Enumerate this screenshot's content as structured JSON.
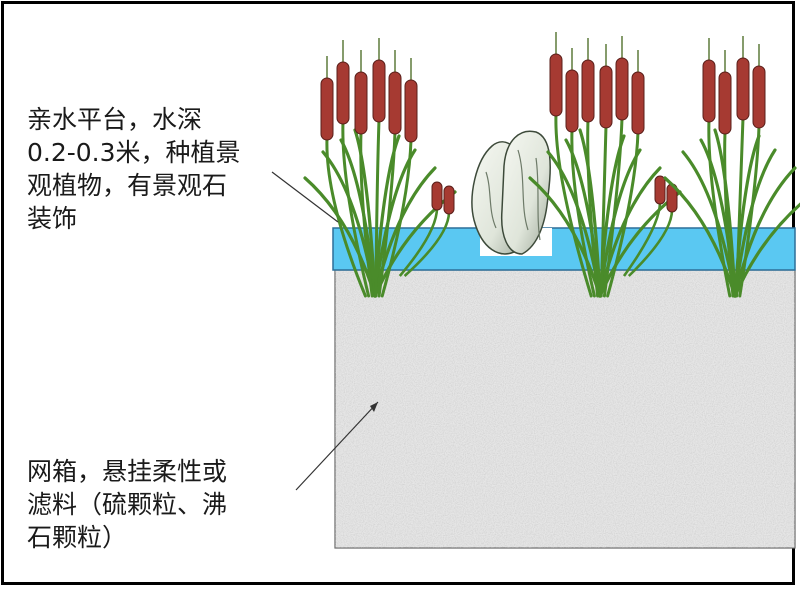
{
  "labels": {
    "platform": [
      "亲水平台，水深",
      "0.2-0.3米，种植景",
      "观植物，有景观石",
      "装饰"
    ],
    "netbox": [
      "网箱，悬挂柔性或",
      "滤料（硫颗粒、沸",
      "石颗粒）"
    ]
  },
  "colors": {
    "water": "#5ac8f2",
    "filter_media": "#e6e6e6",
    "reed_stem": "#4a8b2a",
    "cattail_head": "#a63a32",
    "rock": "#e9ede5"
  }
}
